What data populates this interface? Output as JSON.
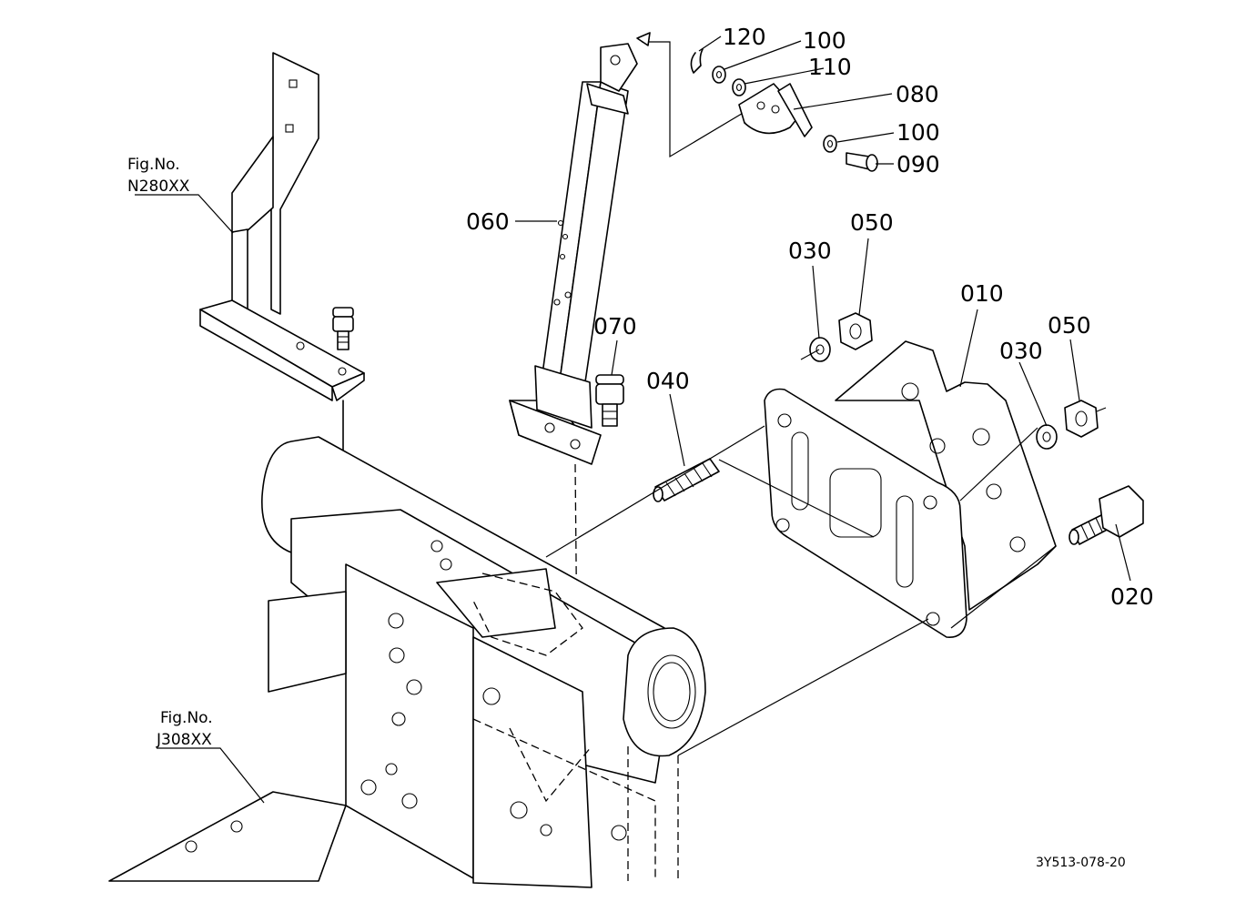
{
  "callouts": {
    "p120": "120",
    "p100_top": "100",
    "p110": "110",
    "p080": "080",
    "p100_bottom": "100",
    "p090": "090",
    "p060": "060",
    "p030_left": "030",
    "p050_left": "050",
    "p010": "010",
    "p070": "070",
    "p040": "040",
    "p030_right": "030",
    "p050_right": "050",
    "p020": "020"
  },
  "figure_refs": {
    "top": {
      "line1": "Fig.No.",
      "line2": "N280XX"
    },
    "bottom": {
      "line1": "Fig.No.",
      "line2": "J308XX"
    }
  },
  "document_id": "3Y513-078-20"
}
